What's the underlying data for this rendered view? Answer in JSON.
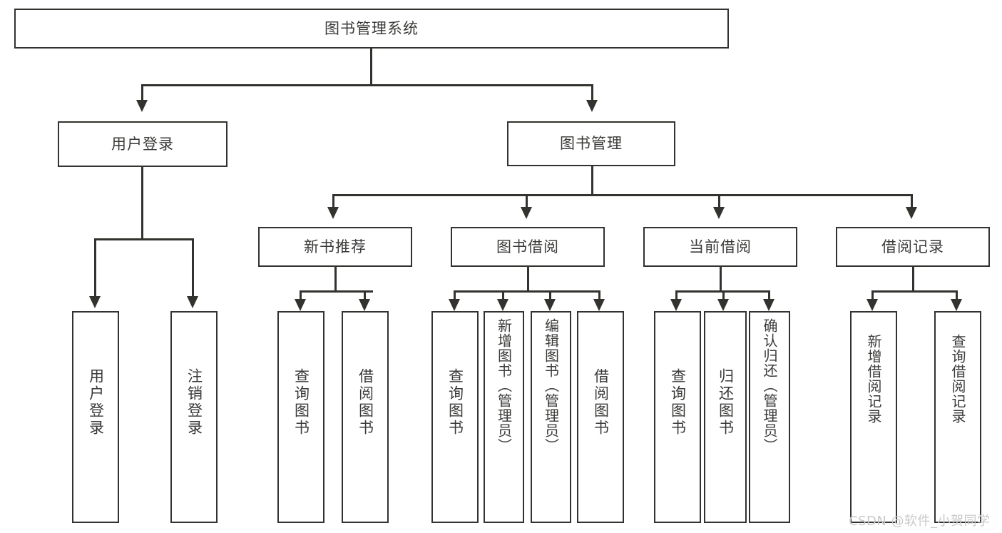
{
  "diagram": {
    "type": "tree",
    "title": "图书管理系统",
    "root": {
      "label": "图书管理系统"
    },
    "level1": [
      {
        "label": "用户登录"
      },
      {
        "label": "图书管理"
      }
    ],
    "level2": [
      {
        "label": "新书推荐"
      },
      {
        "label": "图书借阅"
      },
      {
        "label": "当前借阅"
      },
      {
        "label": "借阅记录"
      }
    ],
    "leaves": {
      "user_login": [
        {
          "label": "用户登录"
        },
        {
          "label": "注销登录"
        }
      ],
      "new_book": [
        {
          "label": "查询图书"
        },
        {
          "label": "借阅图书"
        }
      ],
      "book_borrow": [
        {
          "label": "查询图书"
        },
        {
          "label": "新增图书（管理员）"
        },
        {
          "label": "编辑图书（管理员）"
        },
        {
          "label": "借阅图书"
        }
      ],
      "current_borrow": [
        {
          "label": "查询图书"
        },
        {
          "label": "归还图书"
        },
        {
          "label": "确认归还（管理员）"
        }
      ],
      "borrow_record": [
        {
          "label": "新增借阅记录"
        },
        {
          "label": "查询借阅记录"
        }
      ]
    }
  },
  "watermark": {
    "text": "CSDN @软件_小贺同学"
  },
  "colors": {
    "stroke": "#33322f",
    "text": "#3b3a38",
    "background": "#ffffff",
    "watermark": "#c9c9c9"
  }
}
